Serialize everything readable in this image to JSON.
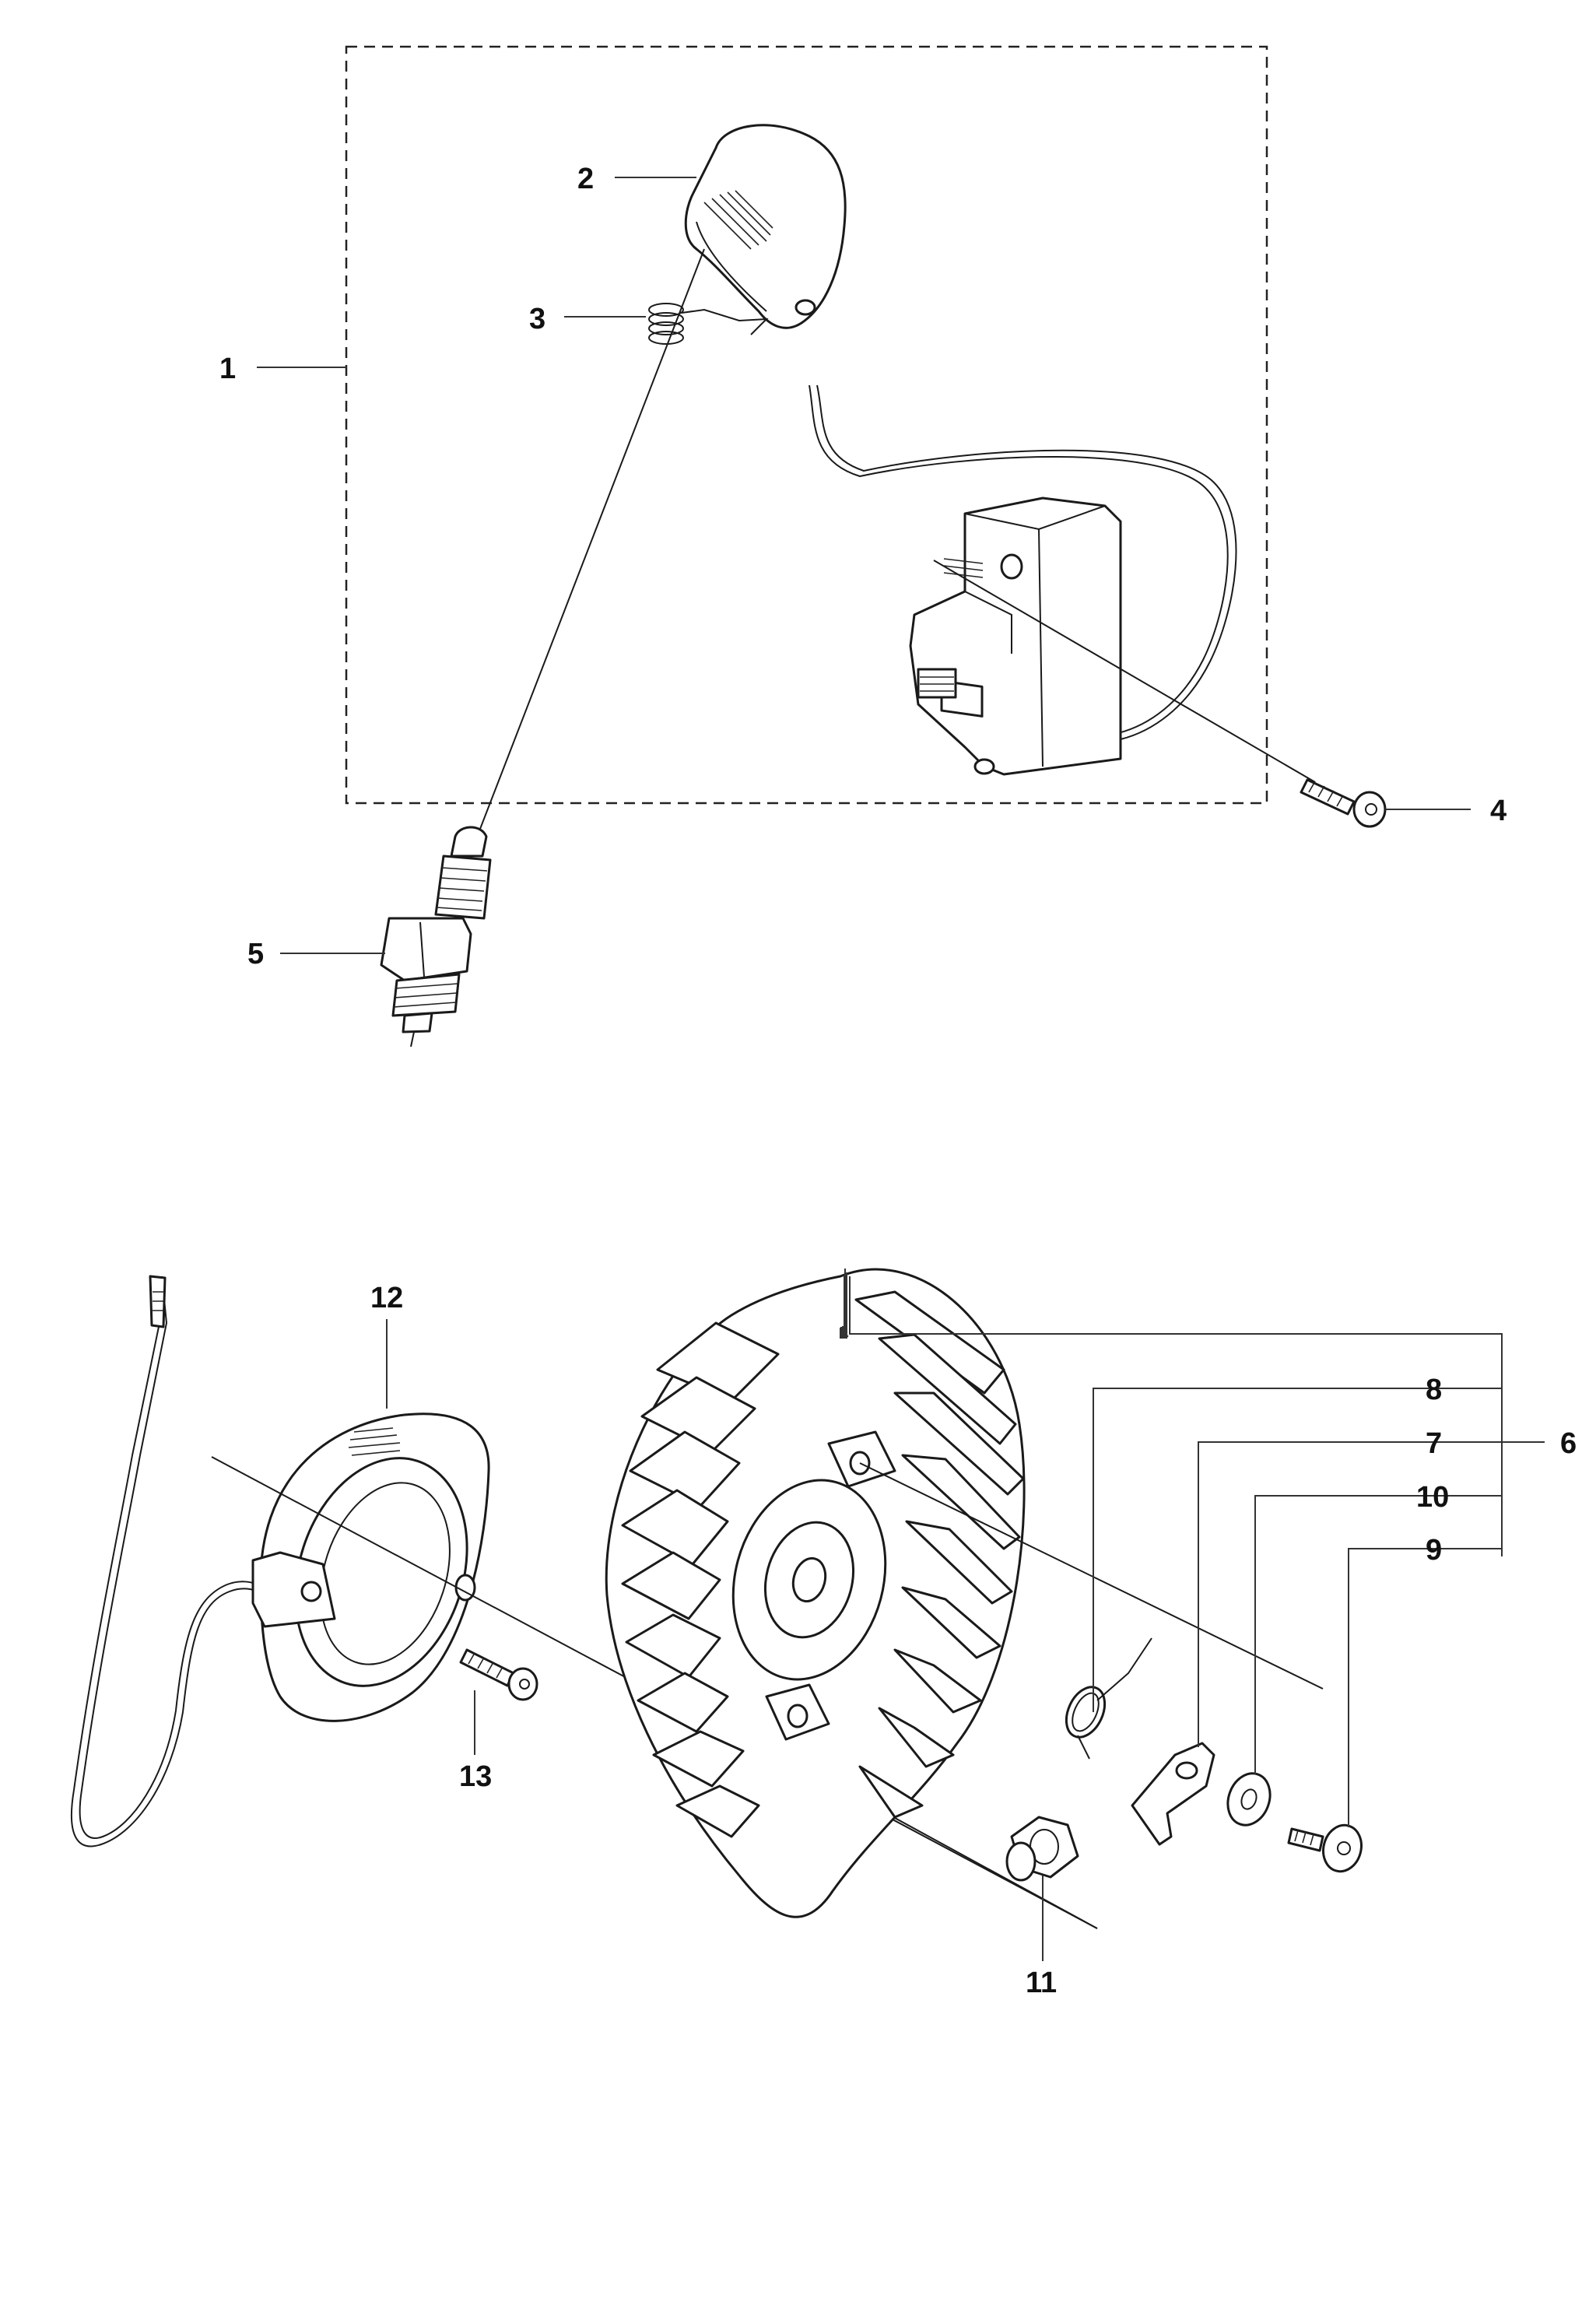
{
  "callouts": {
    "c1": "1",
    "c2": "2",
    "c3": "3",
    "c4": "4",
    "c5": "5",
    "c6": "6",
    "c7": "7",
    "c8": "8",
    "c9": "9",
    "c10": "10",
    "c11": "11",
    "c12": "12",
    "c13": "13"
  },
  "colors": {
    "ink": "#1a1a1a",
    "background": "#ffffff"
  }
}
